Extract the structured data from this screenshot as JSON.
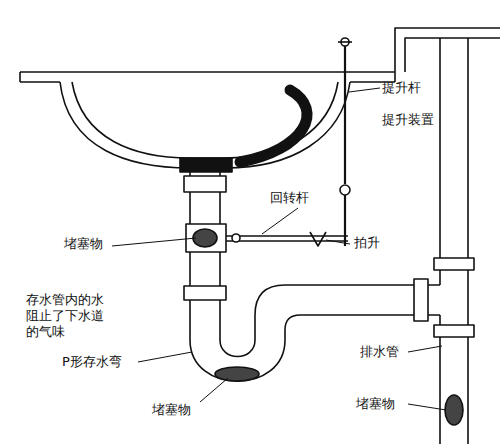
{
  "diagram": {
    "labels": [
      "提升杆",
      "提升装置",
      "回转杆",
      "堵塞物",
      "拍升",
      "存水管内的水阻止了下水道的气味",
      "P形存水弯",
      "排水管",
      "堵塞物",
      "堵塞物"
    ]
  }
}
